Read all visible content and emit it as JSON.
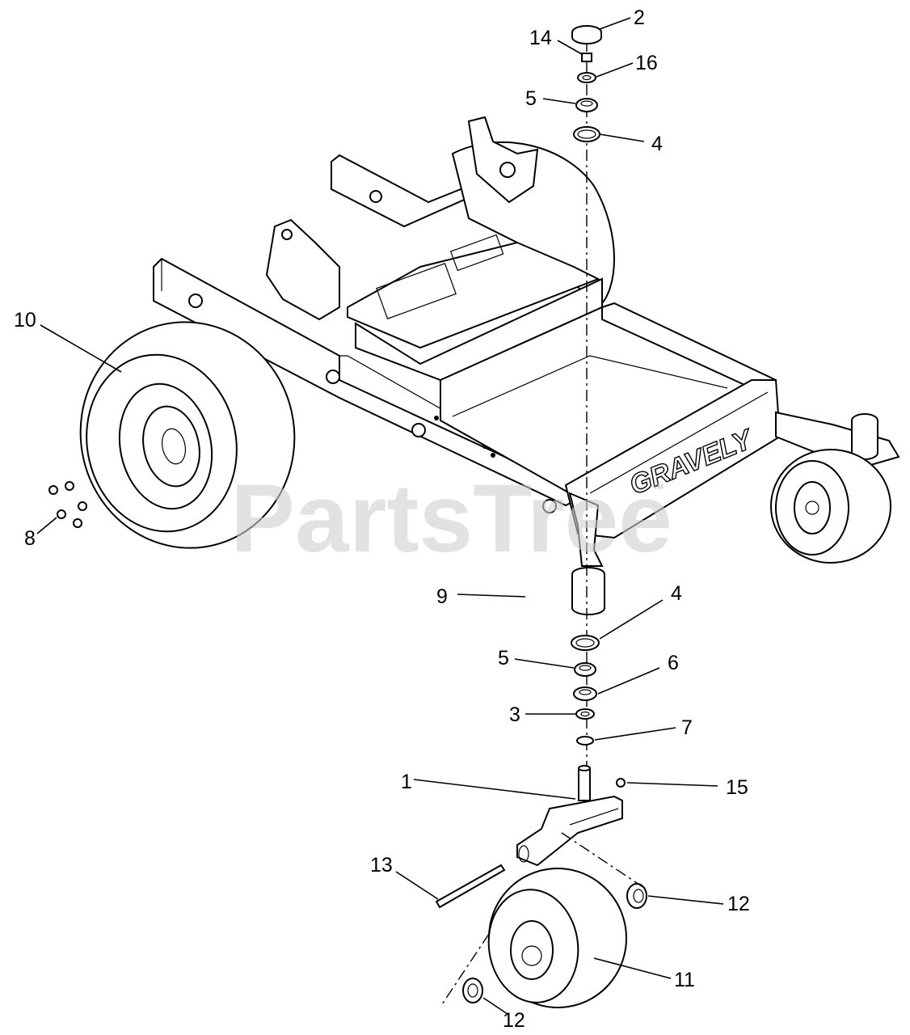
{
  "watermark": {
    "text": "PartsTree",
    "trademark": "TM"
  },
  "brand_decal": "GRAVELY",
  "callouts": [
    {
      "id": "c2",
      "label": "2"
    },
    {
      "id": "c14",
      "label": "14"
    },
    {
      "id": "c16",
      "label": "16"
    },
    {
      "id": "c5-top",
      "label": "5"
    },
    {
      "id": "c4-top",
      "label": "4"
    },
    {
      "id": "c10",
      "label": "10"
    },
    {
      "id": "c8",
      "label": "8"
    },
    {
      "id": "c9",
      "label": "9"
    },
    {
      "id": "c4-bottom",
      "label": "4"
    },
    {
      "id": "c5-bottom",
      "label": "5"
    },
    {
      "id": "c6",
      "label": "6"
    },
    {
      "id": "c3",
      "label": "3"
    },
    {
      "id": "c7",
      "label": "7"
    },
    {
      "id": "c1",
      "label": "1"
    },
    {
      "id": "c15",
      "label": "15"
    },
    {
      "id": "c13",
      "label": "13"
    },
    {
      "id": "c12-right",
      "label": "12"
    },
    {
      "id": "c11",
      "label": "11"
    },
    {
      "id": "c12-bottom",
      "label": "12"
    }
  ]
}
